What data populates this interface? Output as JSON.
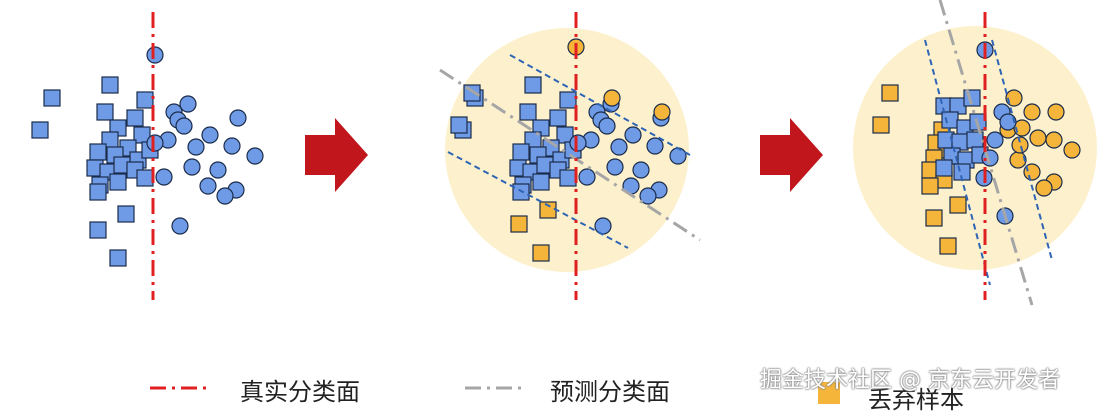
{
  "colors": {
    "blue_fill": "#6f9be6",
    "orange_fill": "#f5b53a",
    "outline": "#1a2b4a",
    "true_line": "#e02020",
    "pred_line": "#a6a6a6",
    "dashed_blue": "#2f64b5",
    "halo": "#fdf0c8",
    "arrow": "#c0161c"
  },
  "legend": {
    "true_plane": "真实分类面",
    "pred_plane": "预测分类面",
    "discarded": "丢弃样本"
  },
  "watermark": "掘金技术社区 @ 京东云开发者",
  "icons": [
    "arrow-right-icon",
    "arrow-right-icon"
  ]
}
